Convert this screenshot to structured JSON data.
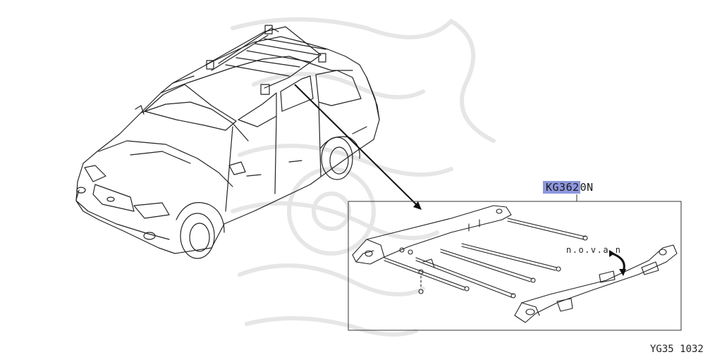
{
  "diagram": {
    "part_number_highlighted": "KG362",
    "part_number_rest": "0N",
    "note": "n.o.v.a.n",
    "footer_code": "YG35 1032"
  },
  "colors": {
    "highlight": "#8d97dd",
    "line": "#222222",
    "watermark": "#e9e9e9"
  }
}
